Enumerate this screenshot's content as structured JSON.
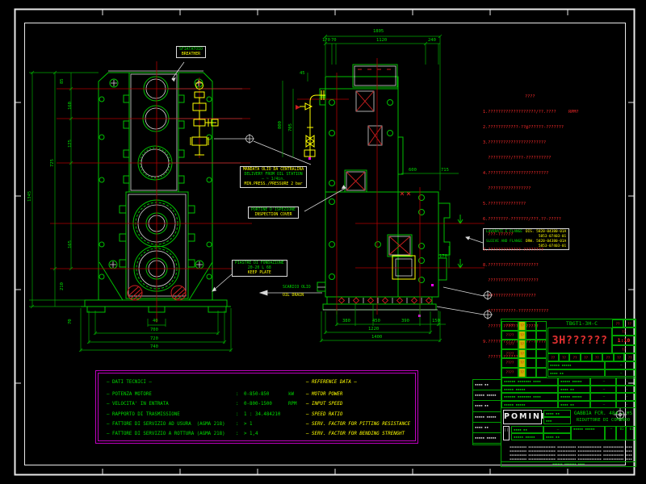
{
  "colors": {
    "green": "#00C000",
    "red_line": "#CC2020",
    "centerline_red": "#B00000",
    "yellow": "#FFFF00",
    "white": "#E8E8E8",
    "magenta": "#C000C0",
    "note_red": "#FF2B2B"
  },
  "callouts": {
    "breather": {
      "l1": "SFIATATOIO",
      "l2": "BREATHER"
    },
    "oil_delivery": {
      "l1": "MANDATA OLIO DA CENTRALINA",
      "l2": "DELIVERY FROM OIL STATION",
      "l3": "—  ~ 1/4in.",
      "l4": "MIN.PRESS./PRESSURE 2 bar"
    },
    "inspection": {
      "l1": "PORTINE D'ISPEZIONE",
      "l2": "INSPECTION COVER"
    },
    "foundation": {
      "l1": "PIASTRE DI FONDAZIONE",
      "l2": "20-20 L 68",
      "l3": "KEEP PLATE"
    },
    "oil_drain": {
      "l1": "SCARICO OLIO",
      "l2": "OIL DRAIN"
    },
    "flange": {
      "l1a": "LAVORATI E FLANGE",
      "l1b": "DIS. 5820-04380-01A",
      "l2": "5853-07403-01",
      "l3a": "SLEEVE AND FLANGE",
      "l3b": "DRW. 5820-04380-01A",
      "l4": "5853-07403-01"
    }
  },
  "notes": {
    "title": "????",
    "lines": [
      "1.???????????????????/??.????     RPM?",
      "2.????????????-??@??????-???????",
      "3.???????????????????????",
      "  ?????????/????-??????????",
      "4.????????????????????????",
      "  ?????????????????",
      "5.???????????????",
      "6.????????-???????/???.??-?????",
      "  ???-??????",
      "7.?????????????-????????",
      "8.????????????????????",
      "  ????????????????????",
      "  ???????????????????",
      "  ???????????-????????????",
      "  ?????-??????????????",
      "9.?????????????????-?????",
      "  ?????-????????"
    ]
  },
  "table": {
    "title_it": "— DATI TECNICI —",
    "title_en": "— REFERENCE DATA —",
    "rows": [
      {
        "it": "— POTENZA MOTORE",
        "sep": ":",
        "val": "0-850-850",
        "unit": "kW",
        "en": "— MOTOR POWER"
      },
      {
        "it": "— VELOCITA' IN ENTRATA",
        "sep": ":",
        "val": "0-800-1500",
        "unit": "RPM",
        "en": "— INPUT SPEED"
      },
      {
        "it": "— RAPPORTO DI TRASMISSIONE",
        "sep": ":",
        "val": "1 : 34.484210",
        "unit": "",
        "en": "— SPEED RATIO"
      },
      {
        "it": "— FATTORE DI SERVIZIO AD USURA  (AGMA 218)",
        "sep": ":",
        "val": "> 1",
        "unit": "",
        "en": "— SERV. FACTOR FOR PITTING RESISTANCE"
      },
      {
        "it": "— FATTORE DI SERVIZIO A ROTTURA (AGMA 218)",
        "sep": ":",
        "val": "> 1,4",
        "unit": "",
        "en": "— SERV. FACTOR FOR BENDING STRENGHT"
      }
    ]
  },
  "titleblock": {
    "code": "TBGT1-3H-C",
    "big_code": "3H??????",
    "scale": "1:10",
    "company": "POMINI",
    "title1": "GABBIA FCR. 484 — HS",
    "title2": "RIDUTTORE DI COMANDO",
    "q2": "??",
    "q4": "????",
    "dash": "—",
    "sheet": "01"
  },
  "dims": {
    "w_total": "1805",
    "w_a": "170",
    "w_b": "70",
    "w_c": "1120",
    "w_d": "240",
    "h_45": "45",
    "h_800": "800",
    "h_705": "705",
    "r_600": "600",
    "r_715": "715",
    "r_170": "170",
    "lv_85": "85",
    "lv_160": "160",
    "lv_125": "125",
    "lv_725": "725",
    "lv_1345": "1345",
    "lv_165": "165",
    "lv_210": "210",
    "lv_70": "70",
    "lb_40": "40",
    "lb_700": "700",
    "lb_720": "720",
    "lb_740": "740",
    "rb_380": "380",
    "rb_450": "450",
    "rb_390": "390",
    "rb_150": "150",
    "rb_1220": "1220",
    "rb_1400": "1400"
  },
  "fill": {
    "xs": "▪▪▪",
    "s": "▪▪▪▪ ▪▪",
    "m": "▪▪▪▪▪ ▪▪▪▪▪",
    "l": "▪▪▪▪▪▪ ▪▪▪▪▪▪▪ ▪▪▪▪",
    "fp": "▪▪▪▪▪▪▪▪▪▪ ▪▪▪▪▪▪▪▪▪▪▪▪▪▪▪▪ ▪▪▪▪▪▪▪▪▪▪▪ ▪▪▪▪▪▪▪▪▪▪▪▪▪▪ ▪▪▪▪▪▪▪▪▪▪▪▪ ▪▪▪▪▪▪▪▪"
  }
}
